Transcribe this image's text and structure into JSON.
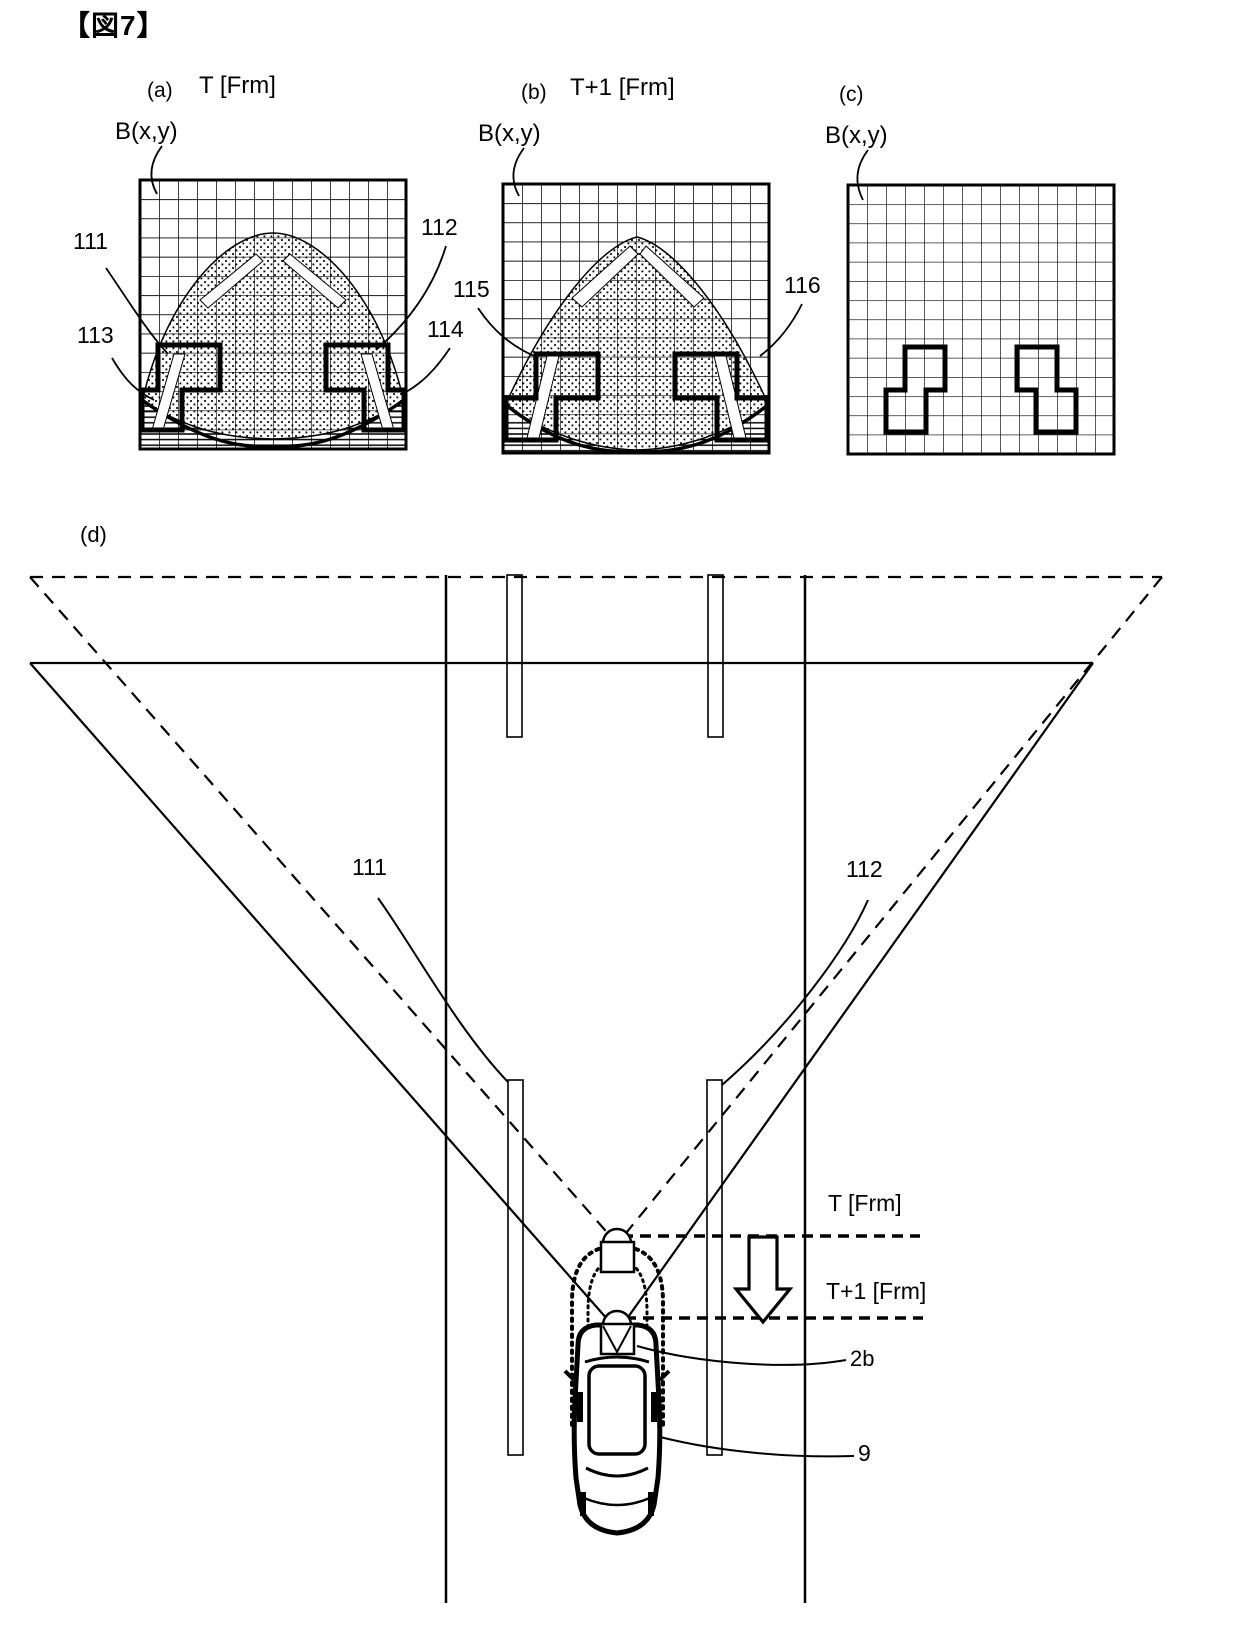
{
  "figure": {
    "title": "【図7】"
  },
  "panels": {
    "a": {
      "tag": "(a)",
      "title": "T [Frm]",
      "grid_label": "B(x,y)",
      "ann": {
        "n111": "111",
        "n112": "112",
        "n113": "113",
        "n114": "114"
      }
    },
    "b": {
      "tag": "(b)",
      "title": "T+1 [Frm]",
      "grid_label": "B(x,y)",
      "ann": {
        "n115": "115",
        "n116": "116"
      }
    },
    "c": {
      "tag": "(c)",
      "grid_label": "B(x,y)"
    },
    "d": {
      "tag": "(d)",
      "ann": {
        "n111": "111",
        "n112": "112",
        "frame_t": "T [Frm]",
        "frame_t_plus_1": "T+1 [Frm]",
        "camera": "2b",
        "vehicle": "9"
      }
    }
  }
}
